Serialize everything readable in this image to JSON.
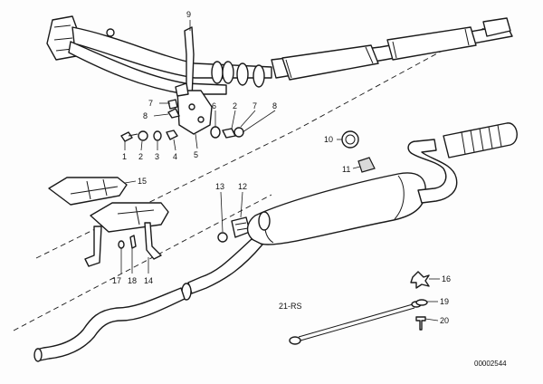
{
  "callouts": {
    "c1": "1",
    "c2": "2",
    "c3": "3",
    "c4": "4",
    "c5": "5",
    "c6": "6",
    "c7": "7",
    "c8": "8",
    "c9": "9",
    "c10": "10",
    "c11": "11",
    "c12": "12",
    "c13": "13",
    "c14": "14",
    "c15": "15",
    "c16": "16",
    "c17": "17",
    "c18": "18",
    "c19": "19",
    "c20": "20",
    "c21": "21-RS"
  },
  "diagram_code": "00002544"
}
